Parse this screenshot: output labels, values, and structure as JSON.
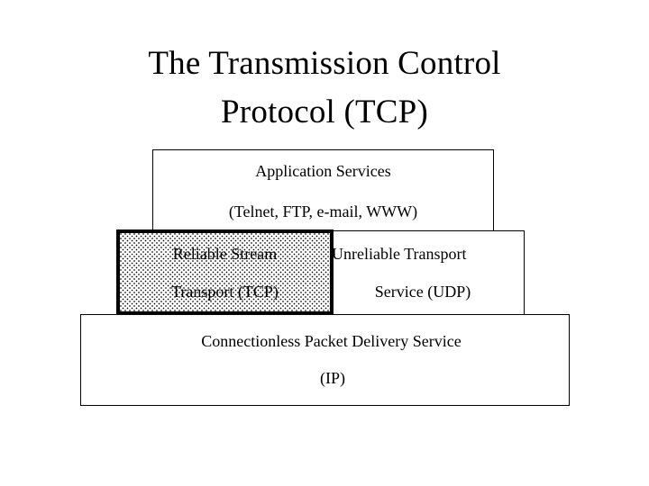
{
  "slide": {
    "title_lines": [
      "The Transmission Control",
      "Protocol (TCP)"
    ],
    "background_color": "#ffffff",
    "text_color": "#000000"
  },
  "diagram": {
    "type": "layered-stack",
    "description": "TCP/IP protocol layer stack",
    "layers": [
      {
        "id": "application",
        "name": "Application Services layer",
        "line1": "Application Services",
        "line2": "(Telnet, FTP, e-mail, WWW)",
        "fill": "#ffffff",
        "border": "#000000",
        "highlighted": false
      },
      {
        "id": "tcp",
        "name": "Reliable Stream Transport (TCP) box",
        "line1": "Reliable Stream",
        "line2": "Transport (TCP)",
        "fill": "dotted-pattern",
        "border": "#000000",
        "highlighted": true
      },
      {
        "id": "udp",
        "name": "Unreliable Transport Service (UDP) box",
        "line1": "Unreliable Transport",
        "line2": "Service (UDP)",
        "fill": "#ffffff",
        "border": "#000000",
        "highlighted": false
      },
      {
        "id": "ip",
        "name": "Connectionless Packet Delivery Service (IP) layer",
        "line1": "Connectionless Packet Delivery Service",
        "line2": "(IP)",
        "fill": "#ffffff",
        "border": "#000000",
        "highlighted": false
      }
    ]
  }
}
